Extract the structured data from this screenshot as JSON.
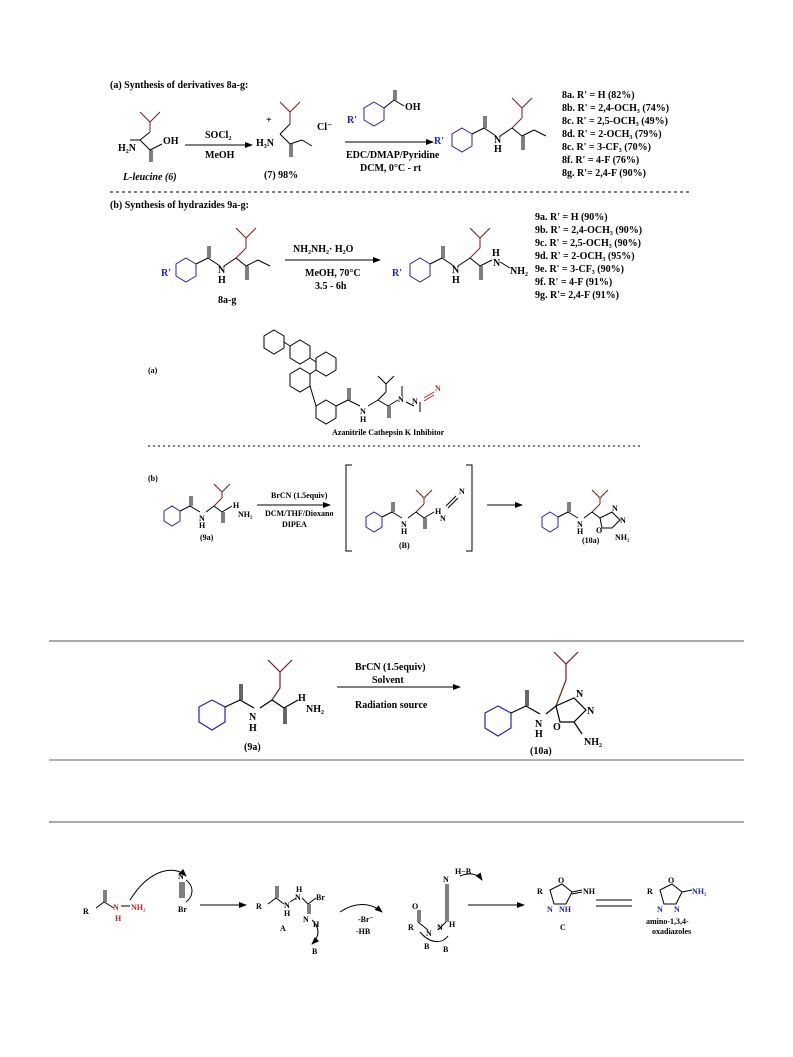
{
  "section_a": {
    "title": "(a) Synthesis of derivatives 8a-g:",
    "nh2": "H₂N",
    "oh": "OH",
    "leucine_label": "L-leucine (6)",
    "reagent_1": "SOCl₂",
    "reagent_2": "MeOH",
    "intermediate_h3n": "H₃N",
    "intermediate_plus": "+",
    "chloride": "Cl⁻",
    "intermediate_label": "(7) 98%",
    "acid_oh": "OH",
    "rprime": "R'",
    "coupling_1": "EDC/DMAP/Pyridine",
    "coupling_2": "DCM, 0°C - rt",
    "product_h": "H",
    "product_n": "N",
    "yields": [
      "8a. R' = H (82%)",
      "8b. R' = 2,4-OCH₃ (74%)",
      "8c. R' = 2,5-OCH₃ (49%)",
      "8d. R' = 2-OCH₃ (79%)",
      "8c. R' = 3-CF₃ (70%)",
      "8f. R' = 4-F (76%)",
      "8g. R'= 2,4-F (90%)"
    ]
  },
  "section_b": {
    "title": "(b) Synthesis of hydrazides 9a-g:",
    "rprime": "R'",
    "n": "N",
    "h": "H",
    "start_label": "8a-g",
    "reagent_1": "NH₂NH₂· H₂O",
    "reagent_2": "MeOH, 70°C",
    "reagent_3": "3.5 - 6h",
    "nh": "H",
    "nh_n": "N",
    "hydrazide_tail": "NH₂",
    "yields": [
      "9a. R' = H (90%)",
      "9b. R' = 2,4-OCH₃ (90%)",
      "9c. R' = 2,5-OCH₃ (90%)",
      "9d. R' = 2-OCH₃ (95%)",
      "9e. R' = 3-CF₃ (90%)",
      "9f. R' = 4-F (91%)",
      "9g. R'= 2,4-F (91%)"
    ]
  },
  "panel2": {
    "label_a": "(a)",
    "label_b": "(b)",
    "inhibitor_caption": "Azanitrile Cathepsin K Inhibitor",
    "inhibitor_n1": "N",
    "inhibitor_n2": "N",
    "inhibitor_n3": "N",
    "inhibitor_h": "H",
    "n_nitrile": "N",
    "start_label": "(9a)",
    "reagent_1": "BrCN (1.5equiv)",
    "reagent_2": "DCM/THF/Dioxano",
    "reagent_3": "DIPEA",
    "intermediate_label": "(B)",
    "product_label": "(10a)",
    "nh2": "NH₂",
    "oxadiazole_o": "O",
    "oxadiazole_n1": "N",
    "oxadiazole_n2": "N",
    "h_label": "H",
    "n_label": "N"
  },
  "panel3": {
    "reagent_1": "BrCN (1.5equiv)",
    "reagent_2": "Solvent",
    "reagent_3": "Radiation source",
    "start_label": "(9a)",
    "product_label": "(10a)",
    "nh2": "NH₂",
    "hn": "H",
    "n": "N",
    "h": "H",
    "o": "O",
    "ring_n1": "N",
    "ring_n2": "N"
  },
  "mechanism": {
    "r": "R",
    "n_red": "N",
    "h_red": "H",
    "nh2_red": "NH₂",
    "nitrile_n": "N",
    "br": "Br",
    "inter_a": "A",
    "inter_b": "B",
    "inter_c": "C",
    "hb": "H−B",
    "br_minus": "-Br⁻",
    "minus_hb": "-HB",
    "base_b": "B",
    "base_b2": "B",
    "h": "H",
    "n": "N",
    "o": "O",
    "nh": "NH",
    "plus": "+",
    "product_name_1": "amino-1,3,4-",
    "product_name_2": "oxadiazoles"
  },
  "colors": {
    "leucine": "#7a1a1a",
    "aryl": "#2222cc",
    "nitrile": "#cc2222",
    "line": "#000000"
  }
}
